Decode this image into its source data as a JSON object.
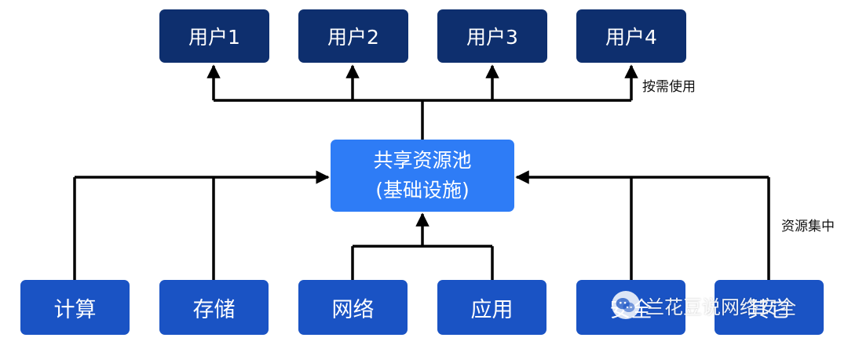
{
  "users": [
    {
      "label": "用户1"
    },
    {
      "label": "用户2"
    },
    {
      "label": "用户3"
    },
    {
      "label": "用户4"
    }
  ],
  "pool": {
    "line1": "共享资源池",
    "line2": "(基础设施)"
  },
  "resources": [
    {
      "label": "计算"
    },
    {
      "label": "存储"
    },
    {
      "label": "网络"
    },
    {
      "label": "应用"
    },
    {
      "label": "安全"
    },
    {
      "label": "其它"
    }
  ],
  "notes": {
    "on_demand": "按需使用",
    "centralized": "资源集中"
  },
  "watermark": {
    "text": "兰花豆说网络安全",
    "icon": "wechat-icon"
  },
  "colors": {
    "user_box": "#0e2f6e",
    "pool_box": "#2e7cf6",
    "resource_box": "#1a53c4",
    "connector": "#000000"
  }
}
